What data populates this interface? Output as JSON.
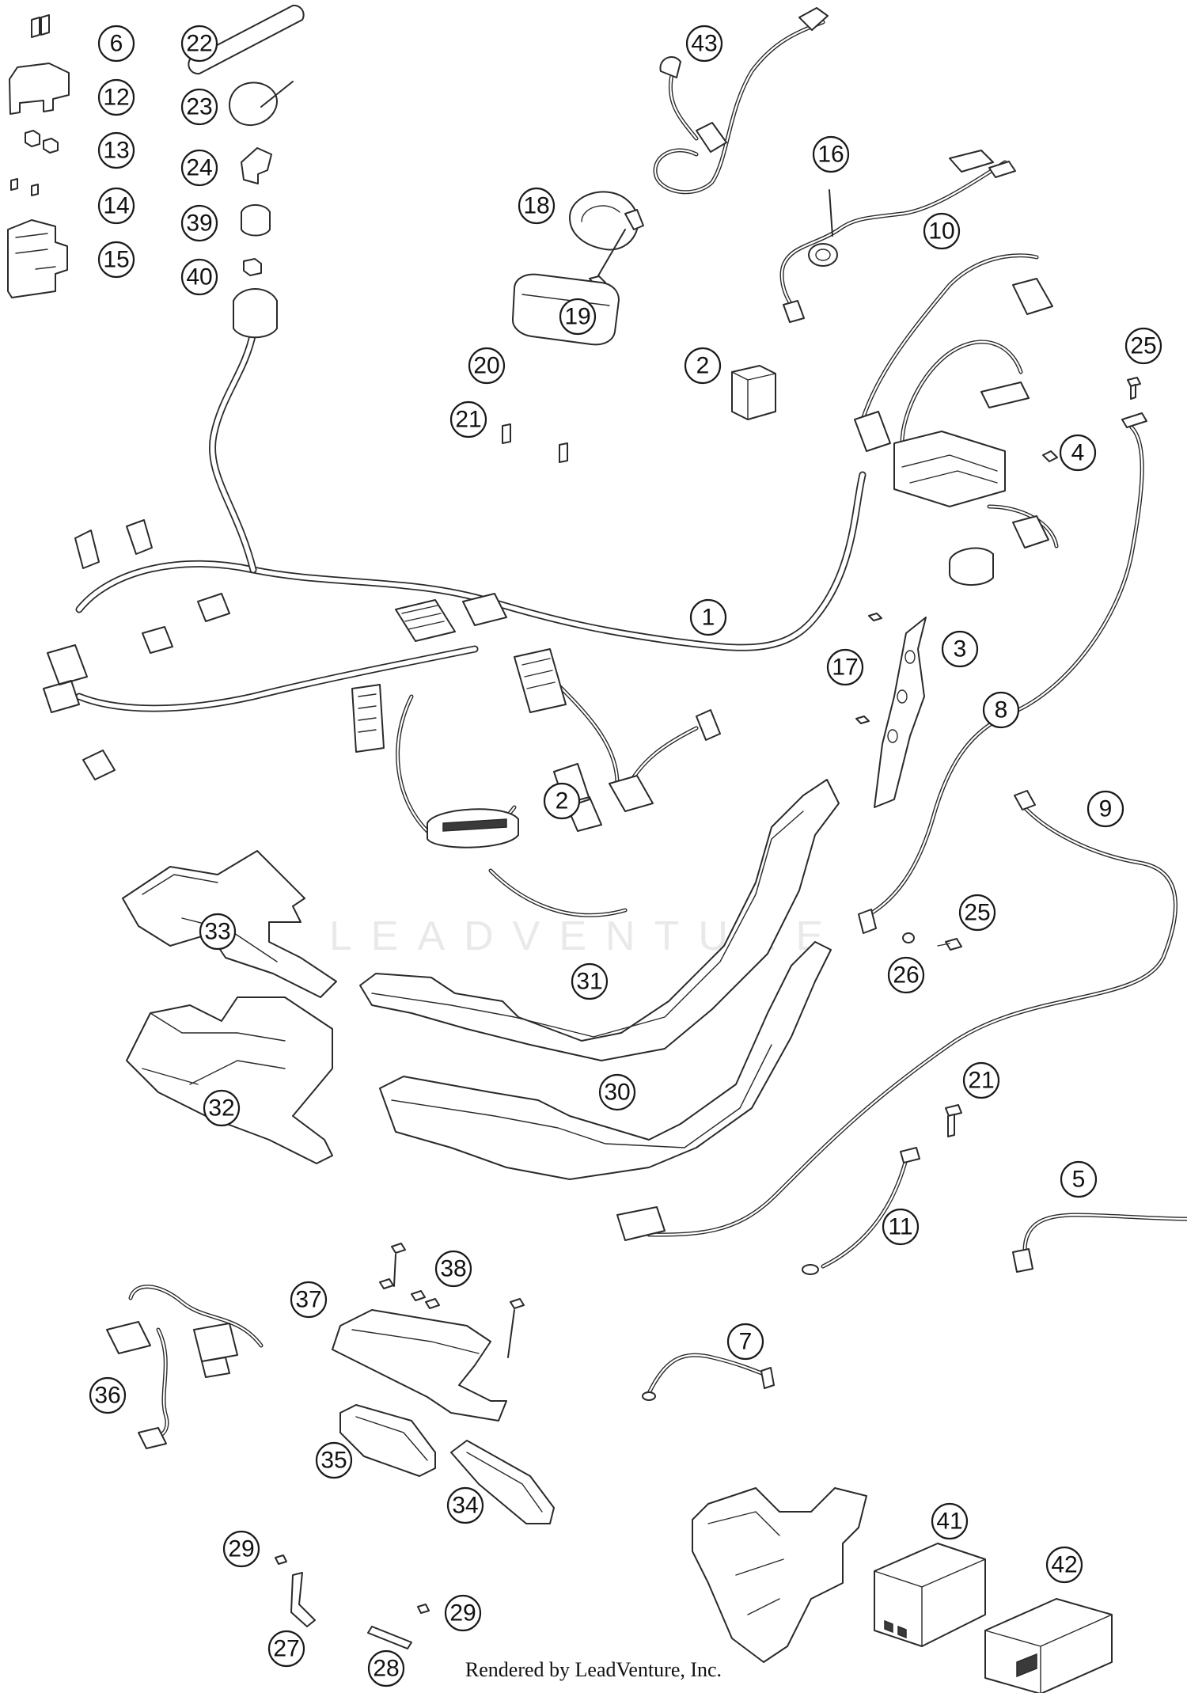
{
  "watermark": "LEADVENTURE",
  "credit": "Rendered by LeadVenture, Inc.",
  "callouts": [
    "6",
    "12",
    "13",
    "14",
    "15",
    "22",
    "23",
    "24",
    "39",
    "40",
    "43",
    "18",
    "19",
    "16",
    "10",
    "20",
    "21",
    "2",
    "25",
    "4",
    "1",
    "3",
    "17",
    "8",
    "9",
    "2",
    "33",
    "31",
    "25",
    "26",
    "32",
    "30",
    "21",
    "5",
    "11",
    "38",
    "37",
    "36",
    "7",
    "35",
    "34",
    "41",
    "42",
    "29",
    "29",
    "27",
    "28"
  ]
}
